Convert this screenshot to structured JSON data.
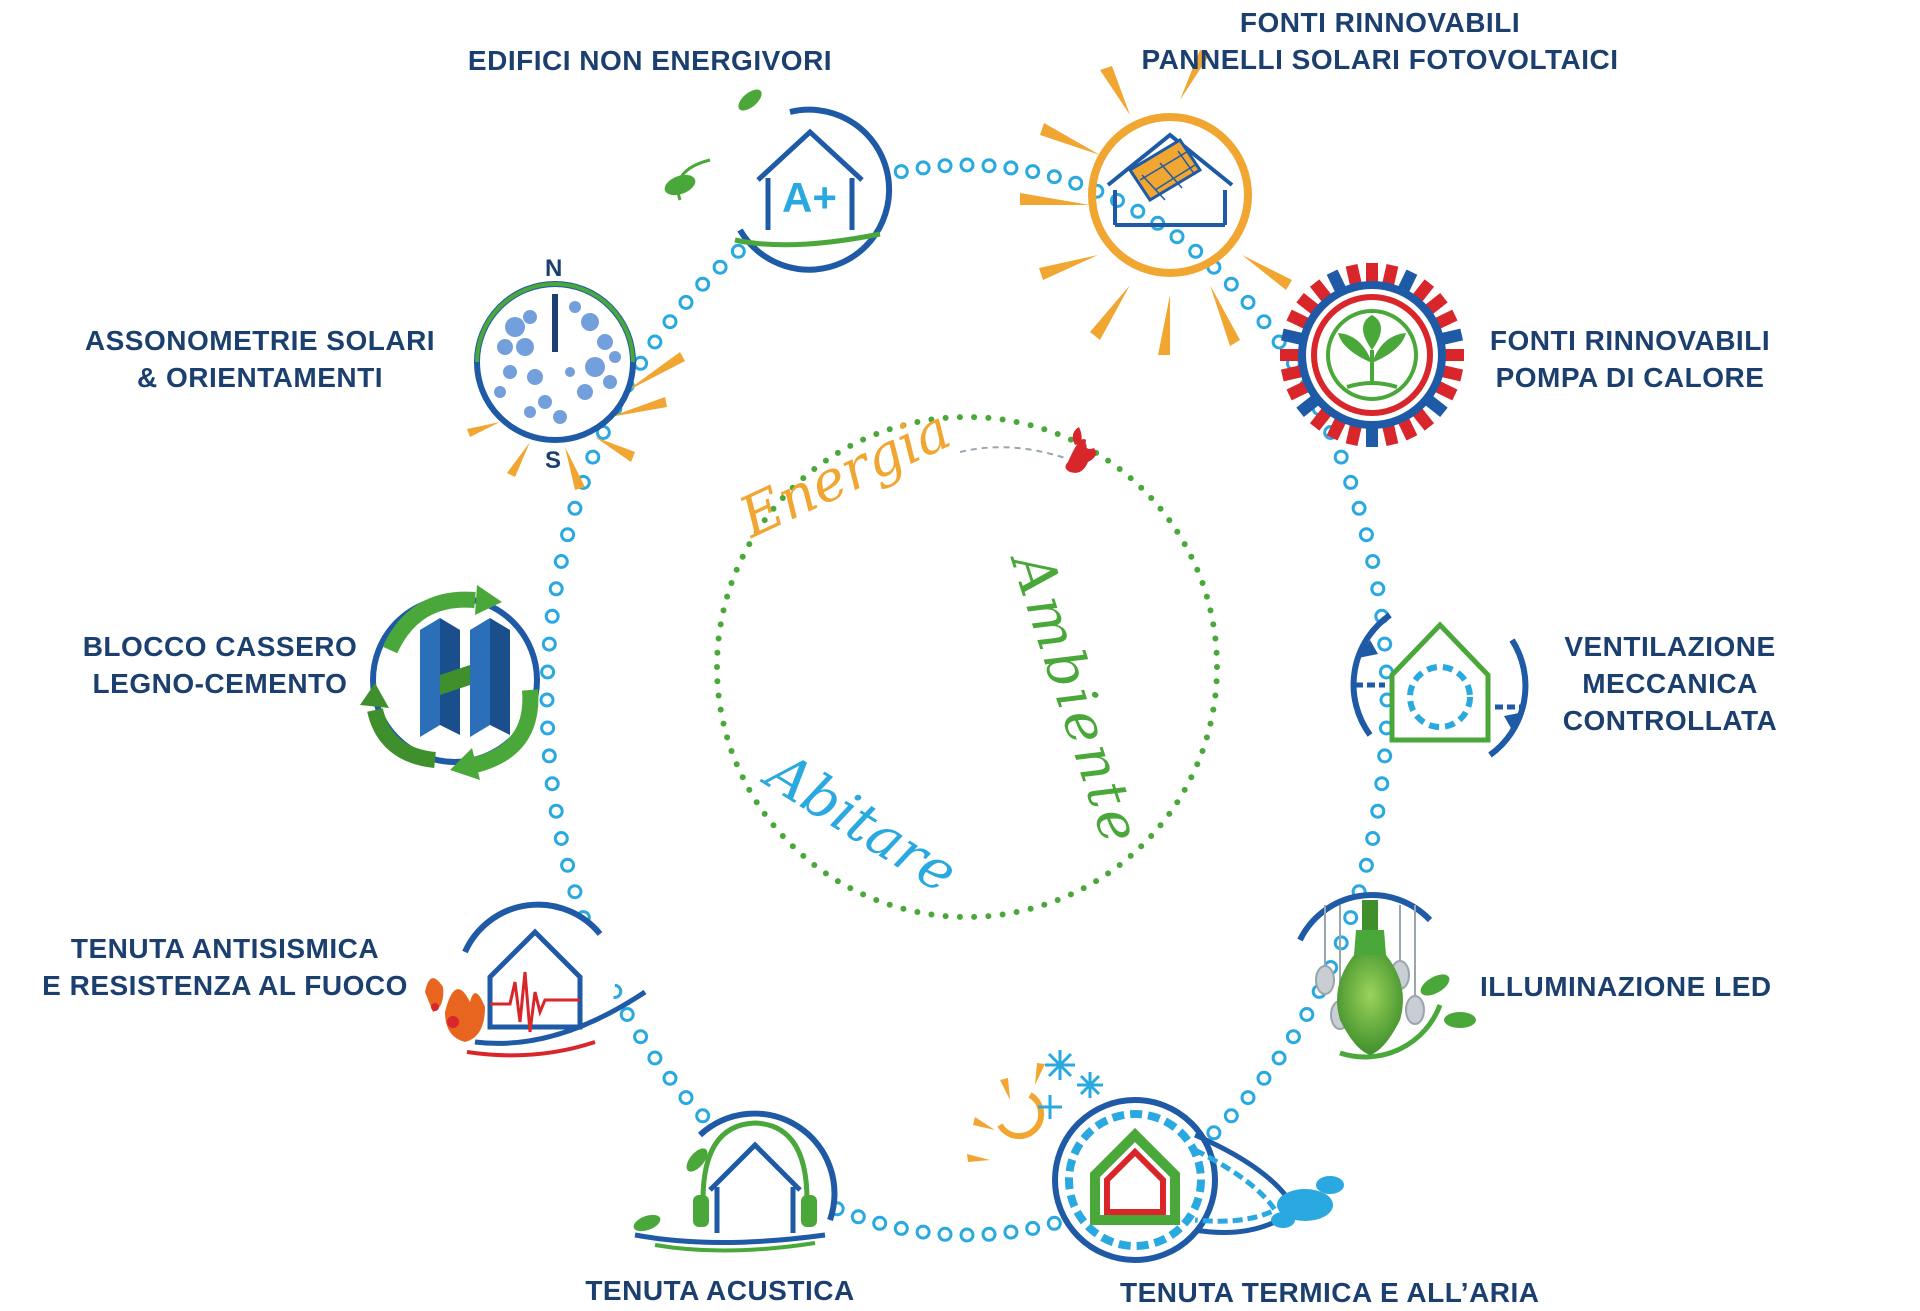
{
  "center": {
    "word_energy": "Energia",
    "word_environment": "Ambiente",
    "word_living": "Abitare"
  },
  "nodes": [
    {
      "id": "edifici",
      "lines": [
        "EDIFICI NON ENERGIVORI"
      ],
      "icon": "house-a-plus-icon"
    },
    {
      "id": "fotovoltaico",
      "lines": [
        "FONTI RINNOVABILI",
        "PANNELLI SOLARI FOTOVOLTAICI"
      ],
      "icon": "solar-panel-sun-icon"
    },
    {
      "id": "pompa",
      "lines": [
        "FONTI RINNOVABILI",
        "POMPA DI CALORE"
      ],
      "icon": "gear-leaf-icon"
    },
    {
      "id": "ventilazione",
      "lines": [
        "VENTILAZIONE",
        "MECCANICA",
        "CONTROLLATA"
      ],
      "icon": "ventilation-house-icon"
    },
    {
      "id": "led",
      "lines": [
        "ILLUMINAZIONE LED"
      ],
      "icon": "led-bulb-icon"
    },
    {
      "id": "termica",
      "lines": [
        "TENUTA TERMICA E ALL’ARIA"
      ],
      "icon": "thermal-house-icon"
    },
    {
      "id": "acustica",
      "lines": [
        "TENUTA ACUSTICA"
      ],
      "icon": "headphones-house-icon"
    },
    {
      "id": "antisismica",
      "lines": [
        "TENUTA ANTISISMICA",
        "E RESISTENZA AL FUOCO"
      ],
      "icon": "seismic-house-icon"
    },
    {
      "id": "blocco",
      "lines": [
        "BLOCCO CASSERO",
        "LEGNO-CEMENTO"
      ],
      "icon": "recycle-block-icon"
    },
    {
      "id": "assonometrie",
      "lines": [
        "ASSONOMETRIE SOLARI",
        "& ORIENTAMENTI"
      ],
      "icon": "compass-globe-icon"
    }
  ],
  "compass": {
    "north": "N",
    "south": "S"
  },
  "badge": {
    "rating": "A+"
  },
  "colors": {
    "navy": "#1b3f6e",
    "blue": "#1f5aa6",
    "sky": "#2aa9e0",
    "green": "#4aa83a",
    "orange": "#f0a630",
    "red": "#d9262b"
  }
}
